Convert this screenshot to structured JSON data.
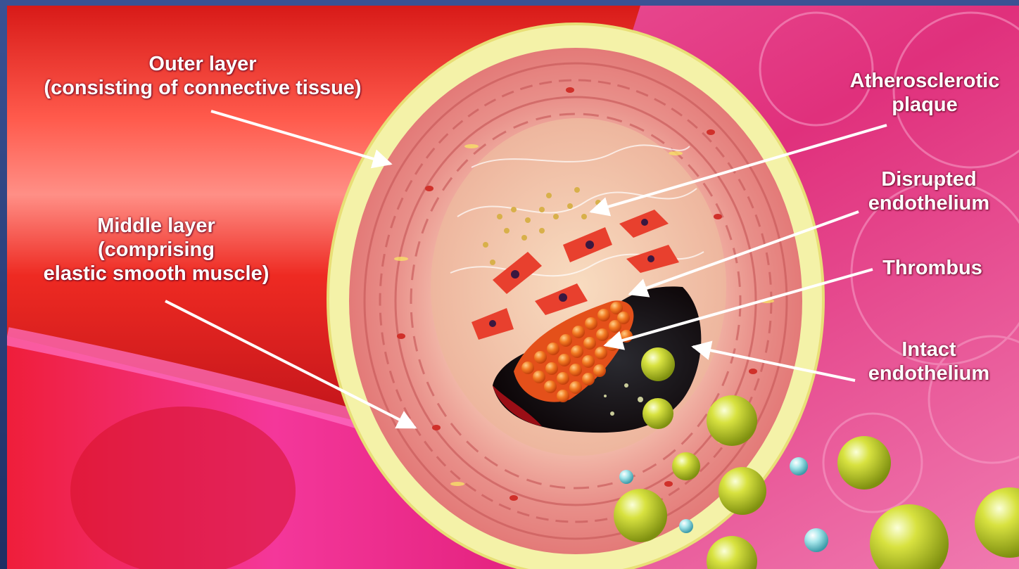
{
  "labels": {
    "outer_layer": {
      "line1": "Outer layer",
      "line2": "(consisting of connective tissue)"
    },
    "middle_layer": {
      "line1": "Middle layer",
      "line2": "(comprising",
      "line3": "elastic smooth muscle)"
    },
    "atherosclerotic_plaque": {
      "line1": "Atherosclerotic",
      "line2": "plaque"
    },
    "disrupted_endothelium": {
      "line1": "Disrupted",
      "line2": "endothelium"
    },
    "thrombus": {
      "line1": "Thrombus"
    },
    "intact_endothelium": {
      "line1": "Intact",
      "line2": "endothelium"
    }
  },
  "colors": {
    "frame": "#2a3f78",
    "artery_red": "#e8201e",
    "background_pink": "#e23a86",
    "adventitia_yellow": "#f3f0a0",
    "media_pink": "#e88a86",
    "plaque_cream": "#f5d2b2",
    "thrombus_orange": "#f06a18",
    "lumen_dark": "#1a0f12",
    "sphere_green": "#c6d22a",
    "sphere_cyan": "#8fd8e0"
  }
}
